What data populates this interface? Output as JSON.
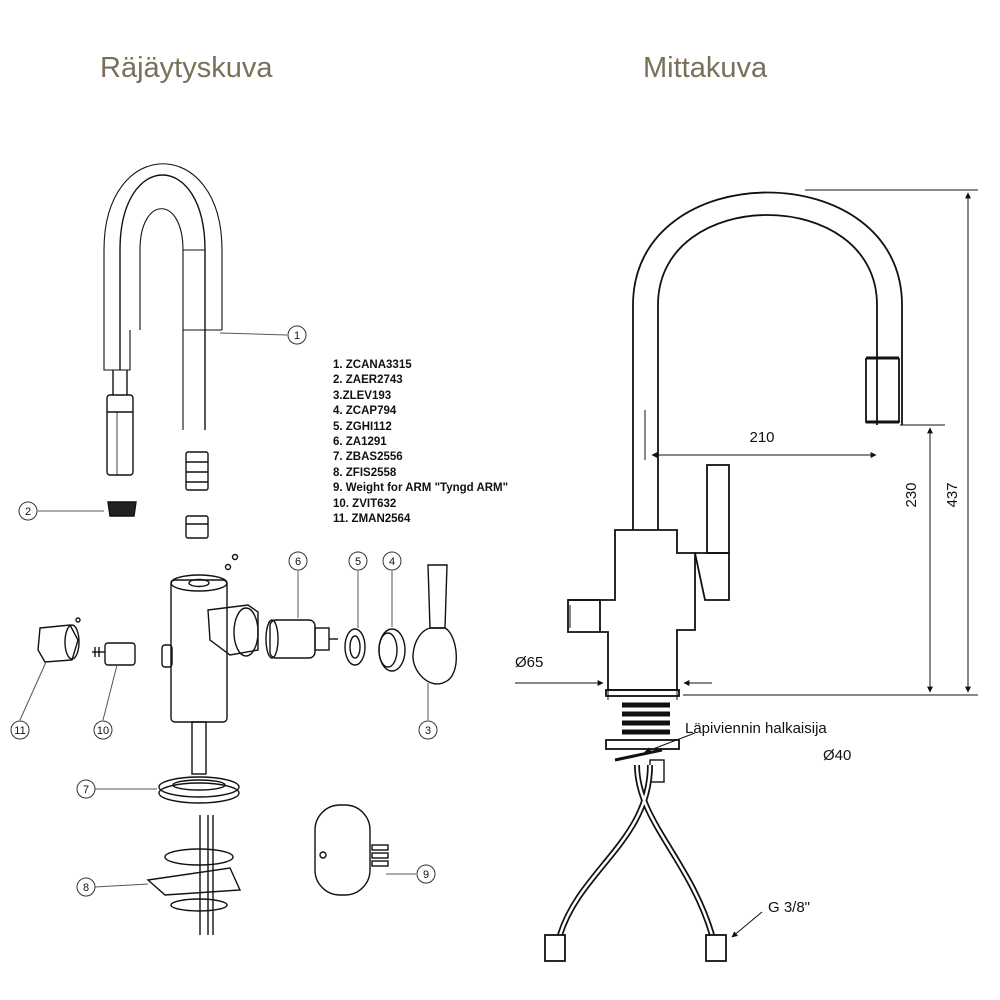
{
  "titles": {
    "exploded": "Räjäytyskuva",
    "dimensions": "Mittakuva"
  },
  "parts": [
    "1.  ZCANA3315",
    "2. ZAER2743",
    "3.ZLEV193",
    "4. ZCAP794",
    "5. ZGHI112",
    "6. ZA1291",
    "7. ZBAS2556",
    "8. ZFIS2558",
    "9. Weight for ARM \"Tyngd ARM\"",
    "10. ZVIT632",
    "11. ZMAN2564"
  ],
  "callouts": [
    "1",
    "2",
    "3",
    "4",
    "5",
    "6",
    "7",
    "8",
    "9",
    "10",
    "11"
  ],
  "dimensions": {
    "reach": "210",
    "spout_height": "230",
    "total_height": "437",
    "base_diameter": "Ø65",
    "hole_label": "Läpiviennin halkaisija",
    "hole_diameter": "Ø40",
    "connection": "G 3/8\""
  },
  "colors": {
    "heading": "#7a6f58",
    "line": "#111111"
  }
}
